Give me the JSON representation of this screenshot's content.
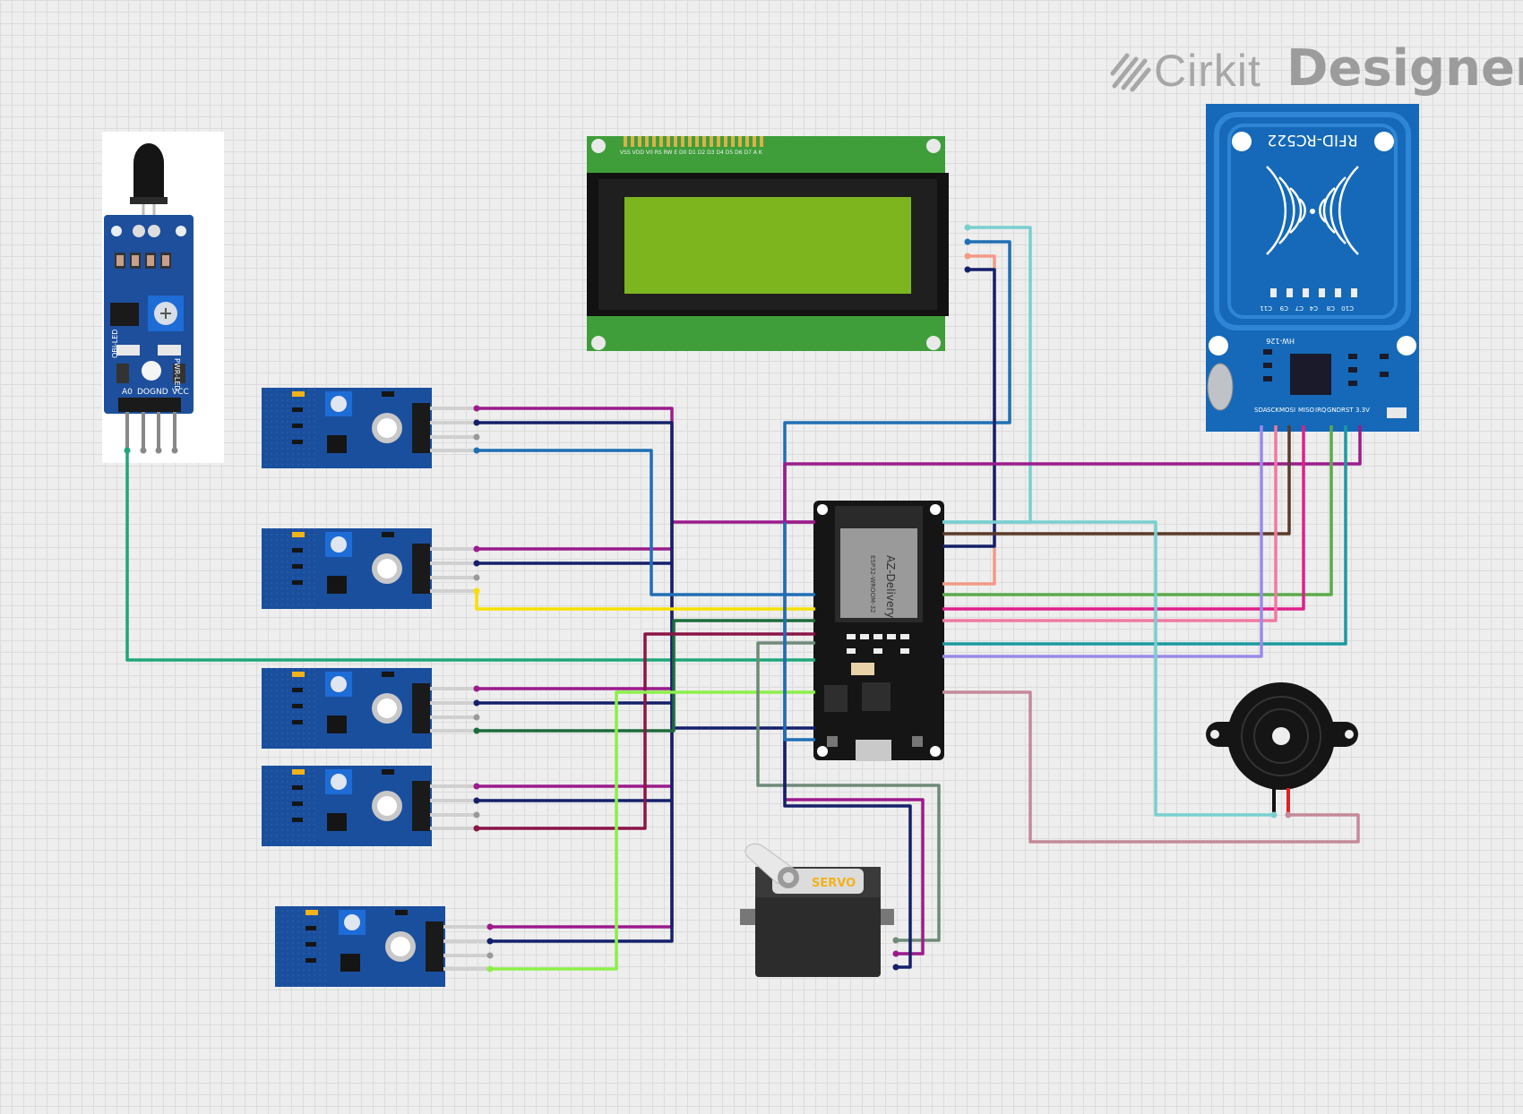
{
  "brand": {
    "name": "Cirkit",
    "product": "Designer"
  },
  "components": {
    "flame_sensor": {
      "pins": [
        "A0",
        "DO",
        "GND",
        "VCC"
      ],
      "labels": [
        "PWR-LED",
        "OBJ-LED"
      ]
    },
    "lcd": {
      "pin_labels": "VSS VDD V0 RS RW E D0 D1 D2 D3 D4 D5 D6 D7 A K"
    },
    "rfid": {
      "title": "RFID-RC522",
      "board": "HW-126",
      "pins": [
        "SDA",
        "SCK",
        "MOSI",
        "MISO",
        "IRQ",
        "GND",
        "RST",
        "3.3V"
      ],
      "caps": [
        "C11",
        "C9",
        "C7",
        "C4",
        "C8",
        "C10"
      ]
    },
    "esp32": {
      "vendor": "AZ-Delivery",
      "module": "ESP32-WROOM-32"
    },
    "servo": {
      "label": "SERVO"
    }
  },
  "colors": {
    "purple": "#9b1b8c",
    "navy": "#15206b",
    "blue": "#1f6fb5",
    "yellow": "#f5e000",
    "teal_green": "#1fa77a",
    "dark_green": "#1d6b3c",
    "maroon": "#8a1546",
    "lime": "#8cf04a",
    "cyan": "#79cfcf",
    "salmon": "#f39a86",
    "brown": "#5a3a2a",
    "green": "#5aaa4a",
    "magenta": "#e0208a",
    "pink": "#f07aa0",
    "teal": "#1a9aa0",
    "lavender": "#9a8ae8",
    "mauve": "#c48a9a",
    "gray_green": "#6f8a78"
  }
}
